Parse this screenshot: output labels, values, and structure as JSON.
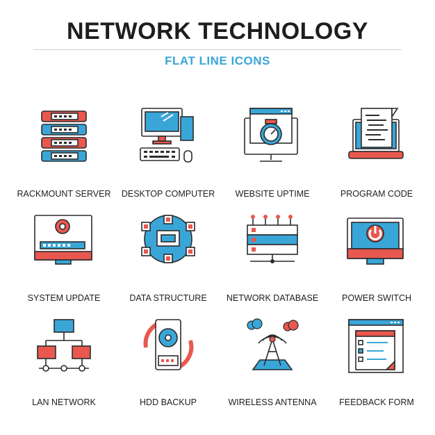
{
  "header": {
    "title": "NETWORK TECHNOLOGY",
    "subtitle": "FLAT LINE ICONS"
  },
  "colors": {
    "outline": "#2b2b2b",
    "blue": "#3aa6d8",
    "red": "#e8584f"
  },
  "icons": [
    {
      "label": "RACKMOUNT SERVER",
      "icon": "rackmount-server-icon"
    },
    {
      "label": "DESKTOP COMPUTER",
      "icon": "desktop-computer-icon"
    },
    {
      "label": "WEBSITE UPTIME",
      "icon": "website-uptime-icon"
    },
    {
      "label": "PROGRAM CODE",
      "icon": "program-code-icon"
    },
    {
      "label": "SYSTEM UPDATE",
      "icon": "system-update-icon"
    },
    {
      "label": "DATA STRUCTURE",
      "icon": "data-structure-icon"
    },
    {
      "label": "NETWORK DATABASE",
      "icon": "network-database-icon"
    },
    {
      "label": "POWER SWITCH",
      "icon": "power-switch-icon"
    },
    {
      "label": "LAN NETWORK",
      "icon": "lan-network-icon"
    },
    {
      "label": "HDD BACKUP",
      "icon": "hdd-backup-icon"
    },
    {
      "label": "WIRELESS ANTENNA",
      "icon": "wireless-antenna-icon"
    },
    {
      "label": "FEEDBACK FORM",
      "icon": "feedback-form-icon"
    }
  ]
}
